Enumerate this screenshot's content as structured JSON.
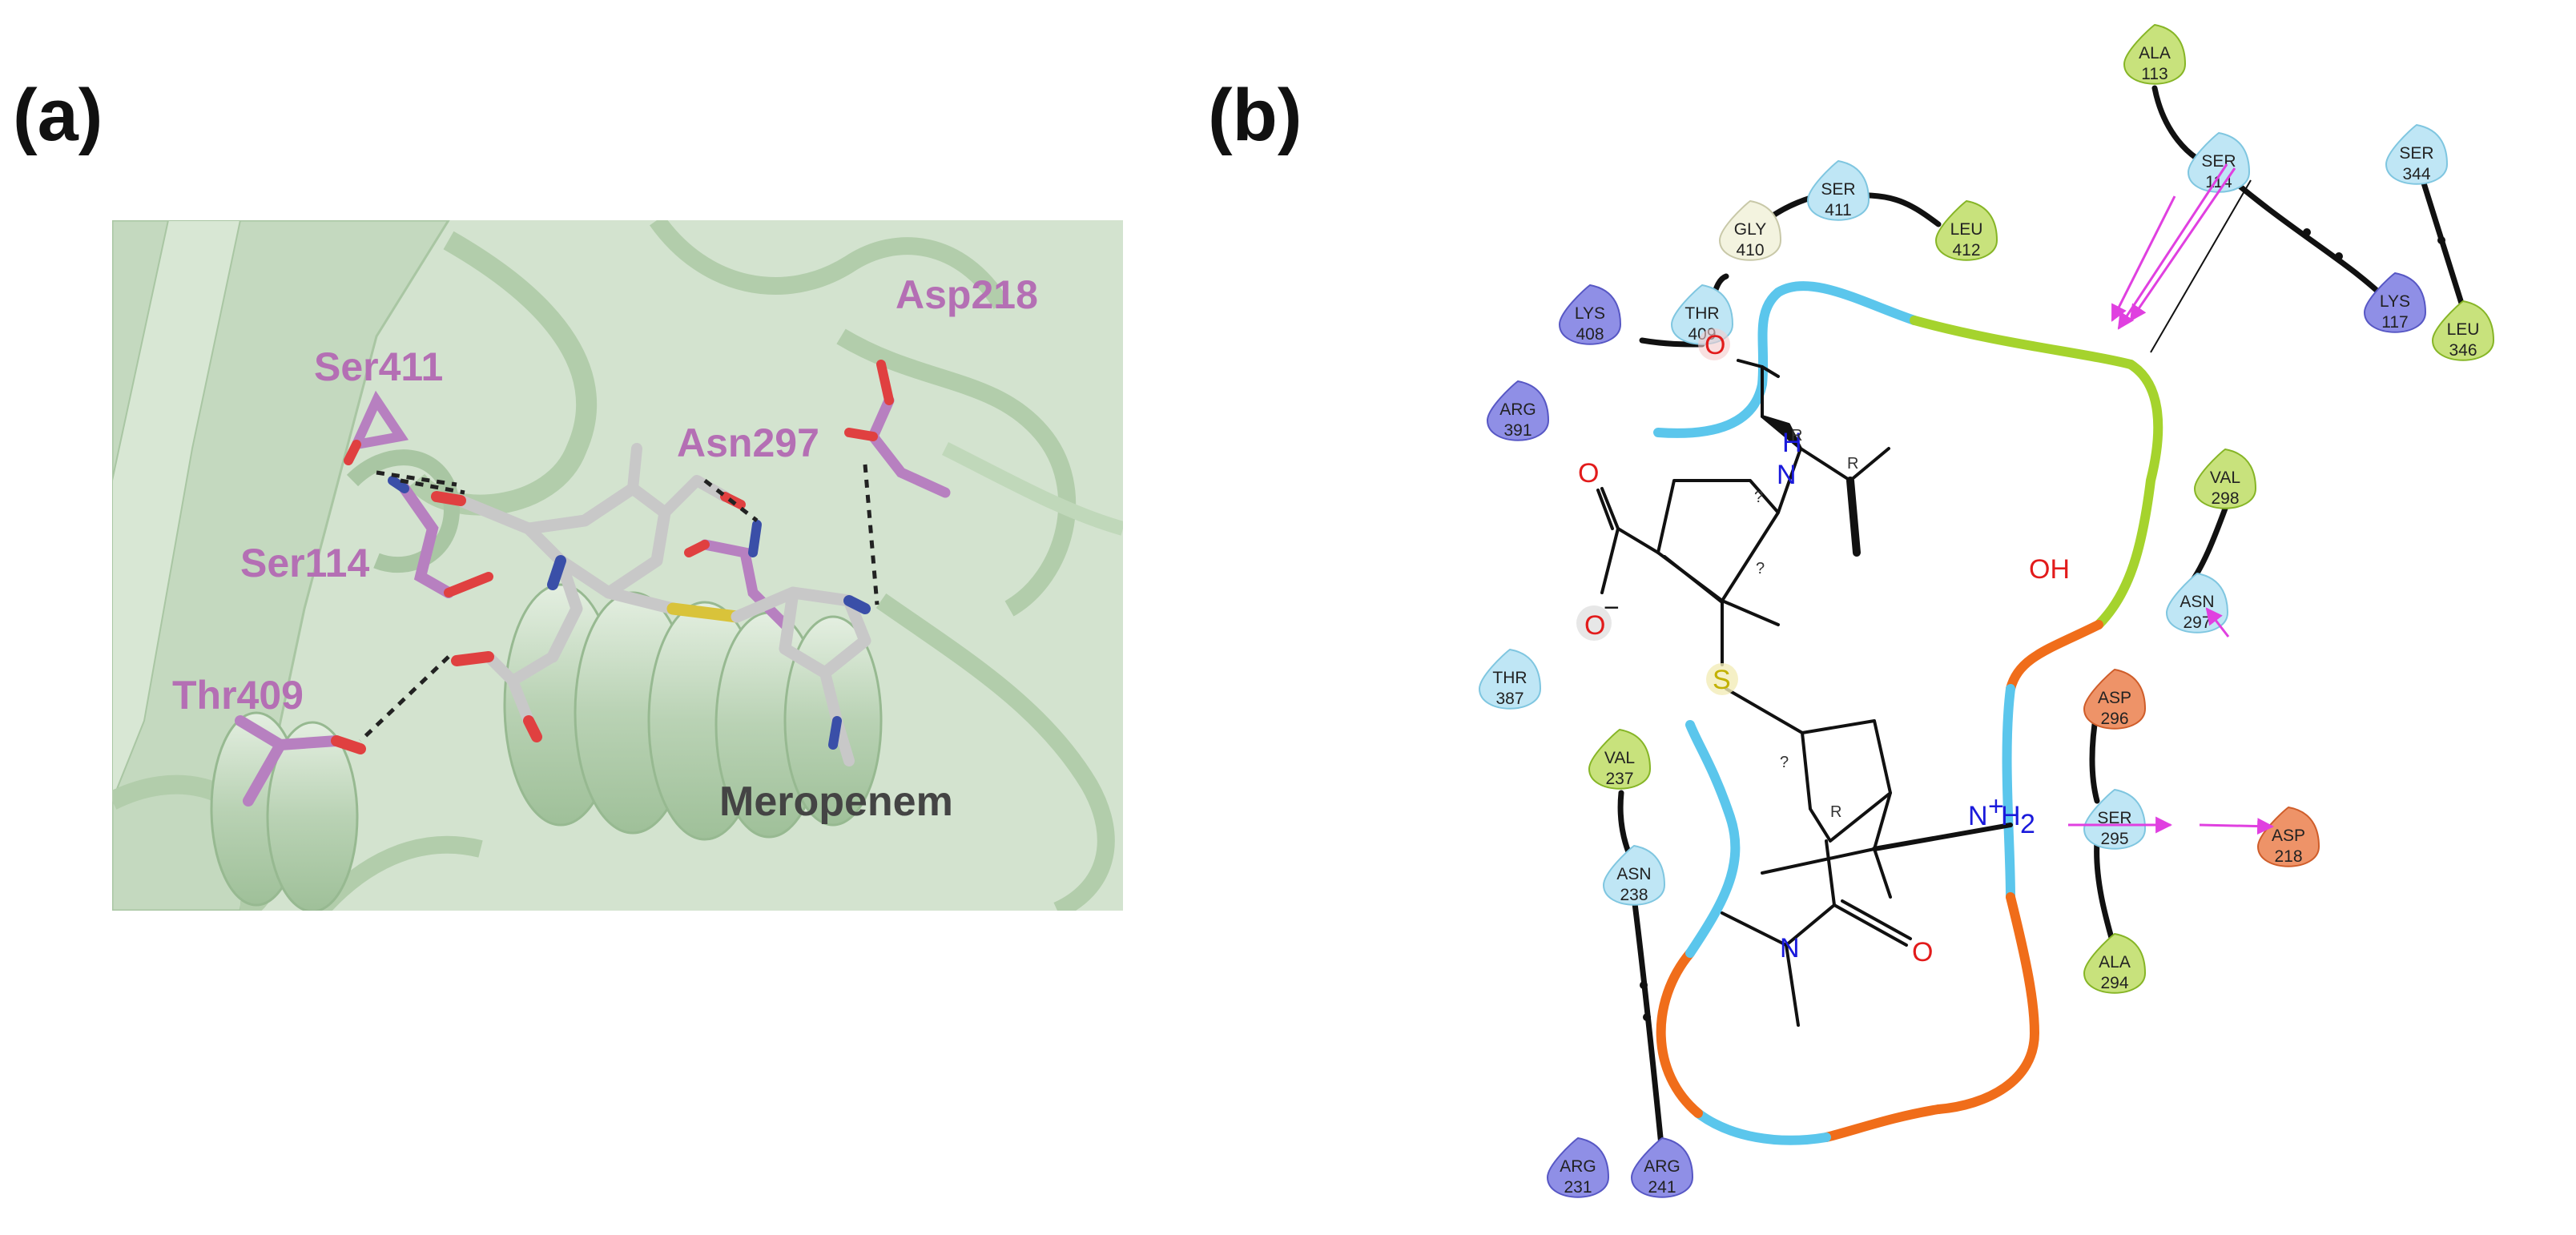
{
  "panel_a": {
    "label": "(a)",
    "residues": [
      {
        "id": "ser411",
        "text": "Ser411"
      },
      {
        "id": "ser114",
        "text": "Ser114"
      },
      {
        "id": "thr409",
        "text": "Thr409"
      },
      {
        "id": "asn297",
        "text": "Asn297"
      },
      {
        "id": "asp218",
        "text": "Asp218"
      }
    ],
    "ligand_label": "Meropenem",
    "colors": {
      "background": "#d3e3cf",
      "ribbon": "#b9d2b4",
      "residue": "#b780c0",
      "ligand": "#c8c8c8",
      "oxygen": "#e04040",
      "nitrogen": "#3a4fa8",
      "sulfur": "#d9c33a"
    }
  },
  "panel_b": {
    "label": "(b)",
    "residues": [
      {
        "name": "ALA",
        "num": "113",
        "kind": "hydrophobic"
      },
      {
        "name": "SER",
        "num": "411",
        "kind": "polar"
      },
      {
        "name": "SER",
        "num": "114",
        "kind": "polar"
      },
      {
        "name": "SER",
        "num": "344",
        "kind": "polar"
      },
      {
        "name": "GLY",
        "num": "410",
        "kind": "glycine"
      },
      {
        "name": "LEU",
        "num": "412",
        "kind": "hydrophobic"
      },
      {
        "name": "LYS",
        "num": "408",
        "kind": "positive"
      },
      {
        "name": "THR",
        "num": "409",
        "kind": "polar"
      },
      {
        "name": "LYS",
        "num": "117",
        "kind": "positive"
      },
      {
        "name": "LEU",
        "num": "346",
        "kind": "hydrophobic"
      },
      {
        "name": "ARG",
        "num": "391",
        "kind": "positive"
      },
      {
        "name": "VAL",
        "num": "298",
        "kind": "hydrophobic"
      },
      {
        "name": "ASN",
        "num": "297",
        "kind": "polar"
      },
      {
        "name": "THR",
        "num": "387",
        "kind": "polar"
      },
      {
        "name": "ASP",
        "num": "296",
        "kind": "negative"
      },
      {
        "name": "VAL",
        "num": "237",
        "kind": "hydrophobic"
      },
      {
        "name": "SER",
        "num": "295",
        "kind": "polar"
      },
      {
        "name": "ASP",
        "num": "218",
        "kind": "negative"
      },
      {
        "name": "ASN",
        "num": "238",
        "kind": "polar"
      },
      {
        "name": "ALA",
        "num": "294",
        "kind": "hydrophobic"
      },
      {
        "name": "ARG",
        "num": "231",
        "kind": "positive"
      },
      {
        "name": "ARG",
        "num": "241",
        "kind": "positive"
      }
    ],
    "atoms": {
      "o_top": "O",
      "nh": "H",
      "n_ring": "N",
      "o_carboxyl": "O",
      "o_minus": "O",
      "minus": "−",
      "oh": "OH",
      "s": "S",
      "nh2_n": "N",
      "nh2_plus": "+",
      "nh2_h": "H",
      "nh2_sub": "2",
      "n_amide": "N",
      "o_amide": "O"
    },
    "stereo": [
      "R",
      "R",
      "?",
      "?",
      "?",
      "R"
    ],
    "colors": {
      "polar": "#bfe6f5",
      "hydrophobic": "#c8e27c",
      "positive": "#8f8fe6",
      "negative": "#ee9368",
      "glycine": "#f3f3df",
      "hbond": "#e040e0",
      "pocket_blue": "#5bc6ec",
      "pocket_green": "#a5d32d",
      "pocket_orange": "#f06d1a"
    }
  }
}
